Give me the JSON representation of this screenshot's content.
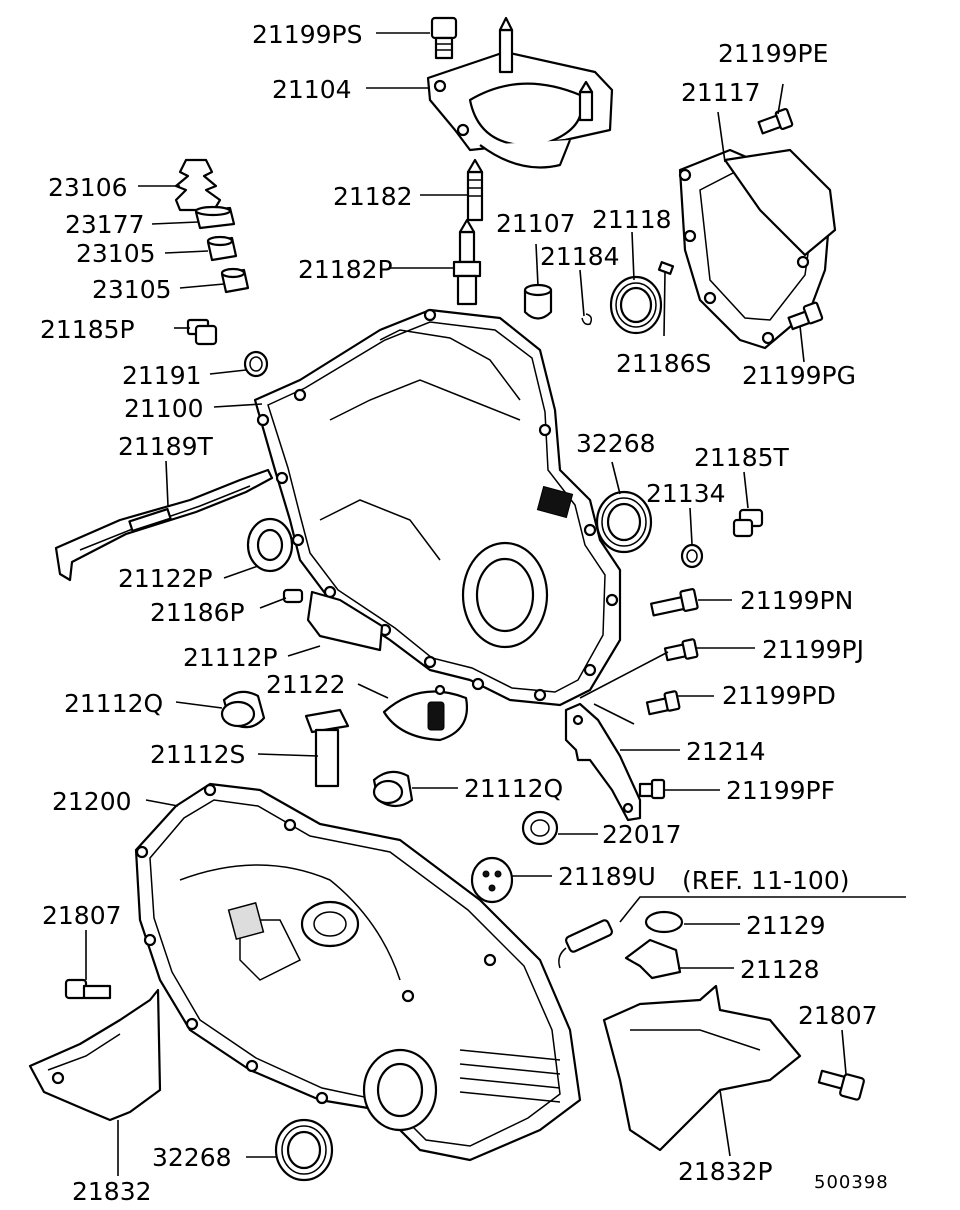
{
  "diagram": {
    "drawing_number": "500398",
    "reference_note": "(REF. 11-100)",
    "labels": [
      {
        "id": "21199PS",
        "text": "21199PS"
      },
      {
        "id": "21104",
        "text": "21104"
      },
      {
        "id": "21199PE",
        "text": "21199PE"
      },
      {
        "id": "21117",
        "text": "21117"
      },
      {
        "id": "23106",
        "text": "23106"
      },
      {
        "id": "23177",
        "text": "23177"
      },
      {
        "id": "23105a",
        "text": "23105"
      },
      {
        "id": "23105b",
        "text": "23105"
      },
      {
        "id": "21182",
        "text": "21182"
      },
      {
        "id": "21107",
        "text": "21107"
      },
      {
        "id": "21118",
        "text": "21118"
      },
      {
        "id": "21182P",
        "text": "21182P"
      },
      {
        "id": "21184",
        "text": "21184"
      },
      {
        "id": "21185P",
        "text": "21185P"
      },
      {
        "id": "21186S",
        "text": "21186S"
      },
      {
        "id": "21199PG",
        "text": "21199PG"
      },
      {
        "id": "21191",
        "text": "21191"
      },
      {
        "id": "21100",
        "text": "21100"
      },
      {
        "id": "32268a",
        "text": "32268"
      },
      {
        "id": "21189T",
        "text": "21189T"
      },
      {
        "id": "21185T",
        "text": "21185T"
      },
      {
        "id": "21134",
        "text": "21134"
      },
      {
        "id": "21122P",
        "text": "21122P"
      },
      {
        "id": "21199PN",
        "text": "21199PN"
      },
      {
        "id": "21186P",
        "text": "21186P"
      },
      {
        "id": "21199PJ",
        "text": "21199PJ"
      },
      {
        "id": "21112P",
        "text": "21112P"
      },
      {
        "id": "21122",
        "text": "21122"
      },
      {
        "id": "21112Qa",
        "text": "21112Q"
      },
      {
        "id": "21199PD",
        "text": "21199PD"
      },
      {
        "id": "21112S",
        "text": "21112S"
      },
      {
        "id": "21214",
        "text": "21214"
      },
      {
        "id": "21112Qb",
        "text": "21112Q"
      },
      {
        "id": "21199PF",
        "text": "21199PF"
      },
      {
        "id": "21200",
        "text": "21200"
      },
      {
        "id": "22017",
        "text": "22017"
      },
      {
        "id": "21189U",
        "text": "21189U"
      },
      {
        "id": "21807a",
        "text": "21807"
      },
      {
        "id": "21129",
        "text": "21129"
      },
      {
        "id": "21128",
        "text": "21128"
      },
      {
        "id": "21807b",
        "text": "21807"
      },
      {
        "id": "32268b",
        "text": "32268"
      },
      {
        "id": "21832",
        "text": "21832"
      },
      {
        "id": "21832P",
        "text": "21832P"
      }
    ]
  }
}
